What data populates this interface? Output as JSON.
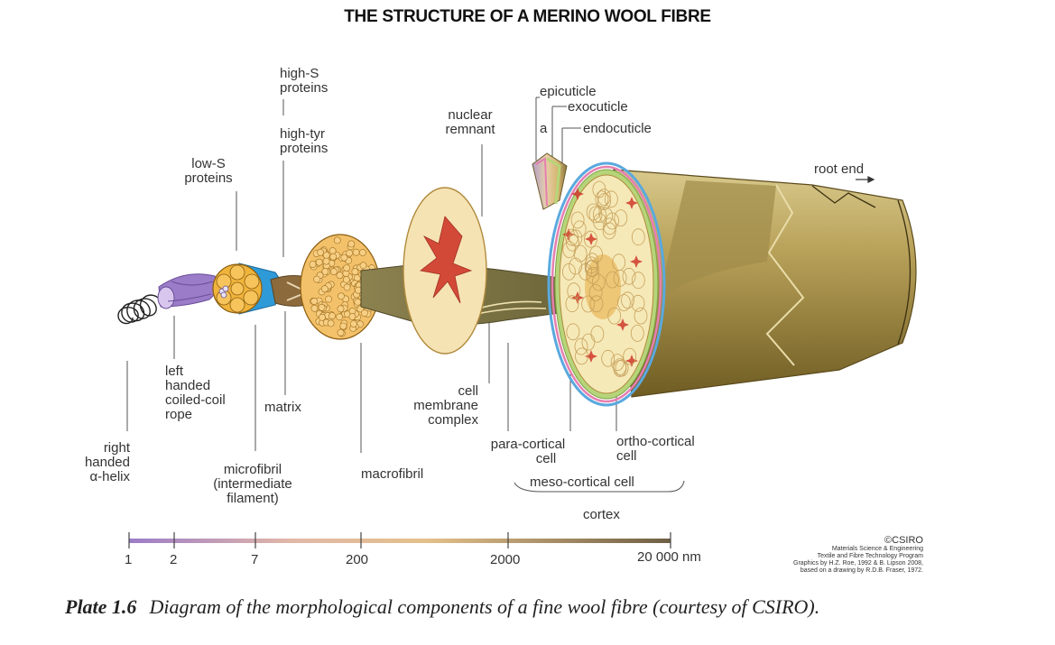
{
  "title": "THE STRUCTURE OF A MERINO WOOL FIBRE",
  "labels": {
    "high_s_proteins": [
      "high-S",
      "proteins"
    ],
    "high_tyr_proteins": [
      "high-tyr",
      "proteins"
    ],
    "low_s_proteins": [
      "low-S",
      "proteins"
    ],
    "nuclear_remnant": [
      "nuclear",
      "remnant"
    ],
    "epicuticle": "epicuticle",
    "exocuticle": "exocuticle",
    "a": "a",
    "endocuticle": "endocuticle",
    "root_end": "root end",
    "left_handed_coiled_coil_rope": [
      "left",
      "handed",
      "coiled-coil",
      "rope"
    ],
    "matrix": "matrix",
    "cell_membrane_complex": [
      "cell",
      "membrane",
      "complex"
    ],
    "right_handed_alpha_helix": [
      "right",
      "handed",
      "α-helix"
    ],
    "microfibril": [
      "microfibril",
      "(intermediate",
      "filament)"
    ],
    "macrofibril": "macrofibril",
    "para_cortical_cell": [
      "para-cortical",
      "cell"
    ],
    "ortho_cortical_cell": [
      "ortho-cortical",
      "cell"
    ],
    "meso_cortical_cell": "meso-cortical cell",
    "cortex": "cortex"
  },
  "scale": {
    "ticks": [
      "1",
      "2",
      "7",
      "200",
      "2000",
      "20 000 nm"
    ]
  },
  "credit": {
    "copyright": "©CSIRO",
    "lines": [
      "Materials Science & Engineering",
      "Textile and Fibre Technology Program",
      "Graphics by H.Z. Roe, 1992 & B. Lipson 2008,",
      "based on a drawing by R.D.B. Fraser, 1972."
    ]
  },
  "caption": {
    "plate": "Plate 1.6",
    "text": "Diagram of the morphological components of a fine wool fibre (courtesy of CSIRO)."
  },
  "colors": {
    "fibre_gold": "#b9a25a",
    "fibre_dark": "#7d6a2c",
    "cortex_cream": "#f6e9b8",
    "cell_orange": "#e9b65a",
    "microfibril_gold": "#f0b43c",
    "matrix_blue": "#2f9ad8",
    "rope_purple": "#9b7cc8",
    "nucleus_red": "#d0392b",
    "epicuticle_blue": "#5aa9de",
    "exocuticle_pink": "#e67fb0",
    "endocuticle_green": "#b6d57a"
  }
}
